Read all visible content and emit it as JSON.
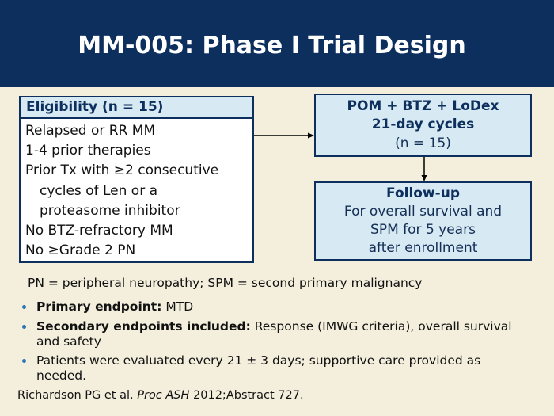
{
  "colors": {
    "header_background": "#0d2f5e",
    "slide_background": "#f3efdc",
    "box_fill": "#d7e9f2",
    "box_border": "#0d2f5e",
    "bullet": "#2e75b6"
  },
  "slide": {
    "title": "MM-005: Phase I Trial Design"
  },
  "eligibility": {
    "header": "Eligibility (n = 15)",
    "criteria": [
      {
        "lines": [
          "Relapsed or RR MM"
        ]
      },
      {
        "lines": [
          "1-4 prior therapies"
        ]
      },
      {
        "lines": [
          "Prior Tx with ≥2 consecutive",
          "cycles of Len or a",
          "proteasome inhibitor"
        ]
      },
      {
        "lines": [
          "No BTZ-refractory MM"
        ]
      },
      {
        "lines": [
          "No ≥Grade 2 PN"
        ]
      }
    ]
  },
  "treatment": {
    "regimen": "POM + BTZ + LoDex",
    "cycles": "21-day cycles",
    "sample_size": "(n = 15)"
  },
  "follow_up": {
    "title": "Follow-up",
    "lines": [
      "For overall survival and",
      "SPM for 5 years",
      "after enrollment"
    ]
  },
  "abbreviations": "PN = peripheral neuropathy; SPM = second primary malignancy",
  "bullets": [
    {
      "label": "Primary endpoint:",
      "text": "MTD"
    },
    {
      "label": "Secondary endpoints included:",
      "text": "Response (IMWG criteria), overall survival and safety"
    },
    {
      "text": "Patients were evaluated every 21 ± 3 days; supportive care provided as needed."
    }
  ],
  "citation": {
    "authors": "Richardson PG et al.",
    "source": "Proc ASH",
    "details": "2012;Abstract 727."
  }
}
